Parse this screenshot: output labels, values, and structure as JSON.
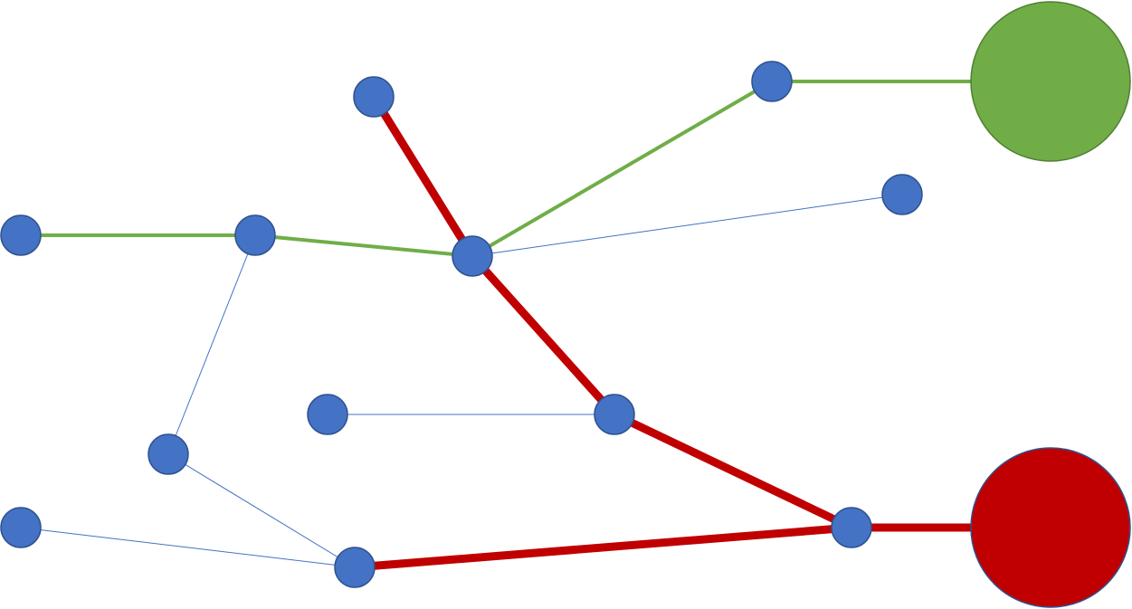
{
  "colors": {
    "background": "#FFFFFF",
    "node_fill": "#4472C4",
    "node_stroke": "#2F528F",
    "path_green": "#70AD47",
    "path_red": "#C00000",
    "link_thin": "#4472C4",
    "terminal_green_fill": "#70AD47",
    "terminal_green_stroke": "#507E32",
    "terminal_red_fill": "#C00000",
    "terminal_red_stroke": "#2F528F"
  },
  "nodes": [
    {
      "id": "n1",
      "kind": "node"
    },
    {
      "id": "n2",
      "kind": "node"
    },
    {
      "id": "n3",
      "kind": "node"
    },
    {
      "id": "n4",
      "kind": "node"
    },
    {
      "id": "n5",
      "kind": "node"
    },
    {
      "id": "n6",
      "kind": "node"
    },
    {
      "id": "n7",
      "kind": "node"
    },
    {
      "id": "n8",
      "kind": "node"
    },
    {
      "id": "n9",
      "kind": "node"
    },
    {
      "id": "n10",
      "kind": "node"
    },
    {
      "id": "n11",
      "kind": "node"
    },
    {
      "id": "n12",
      "kind": "node"
    },
    {
      "id": "tg",
      "kind": "terminal-green"
    },
    {
      "id": "tr",
      "kind": "terminal-red"
    }
  ],
  "edges": [
    {
      "from": "n1",
      "to": "n2",
      "style": "green"
    },
    {
      "from": "n2",
      "to": "n3",
      "style": "green"
    },
    {
      "from": "n3",
      "to": "n5",
      "style": "green"
    },
    {
      "from": "n5",
      "to": "tg",
      "style": "green"
    },
    {
      "from": "n4",
      "to": "n3",
      "style": "red"
    },
    {
      "from": "n3",
      "to": "n8",
      "style": "red"
    },
    {
      "from": "n8",
      "to": "n11",
      "style": "red"
    },
    {
      "from": "n11",
      "to": "tr",
      "style": "red"
    },
    {
      "from": "n10",
      "to": "n11",
      "style": "red"
    },
    {
      "from": "n3",
      "to": "n6",
      "style": "thin"
    },
    {
      "from": "n2",
      "to": "n9",
      "style": "thin"
    },
    {
      "from": "n9",
      "to": "n10",
      "style": "thin"
    },
    {
      "from": "n12",
      "to": "n10",
      "style": "thin"
    },
    {
      "from": "n7",
      "to": "n8",
      "style": "thin"
    }
  ]
}
